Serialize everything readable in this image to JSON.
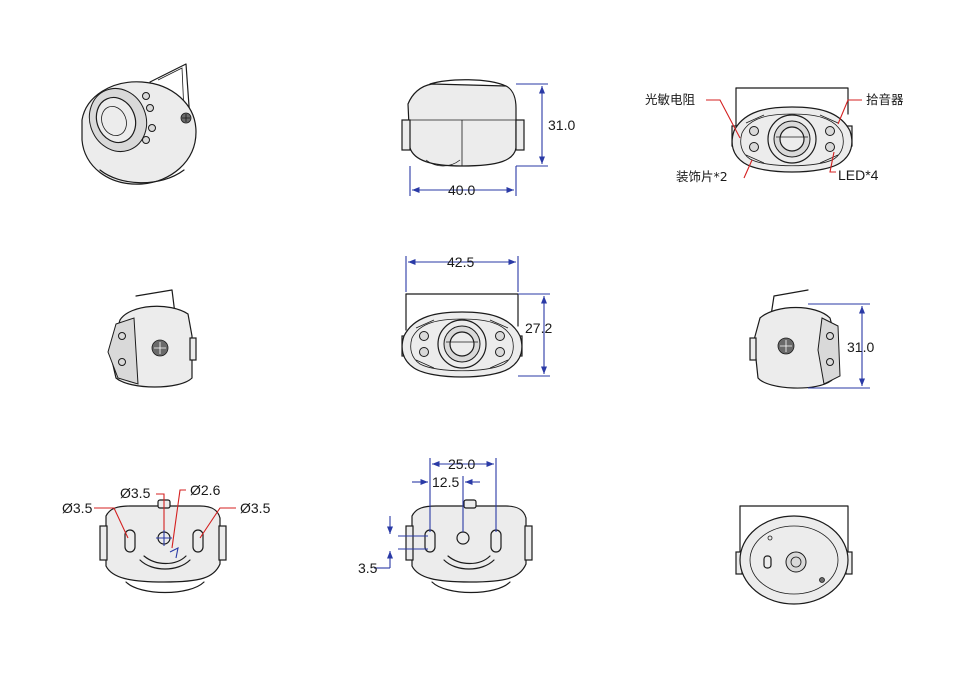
{
  "colors": {
    "dimension_line": "#2a3aa6",
    "callout_line": "#d42020",
    "outline": "#1b1b1b",
    "body_fill": "#ececec"
  },
  "views": {
    "front_side": {
      "height": "31.0",
      "width": "40.0"
    },
    "front_labeled": {
      "photoresistor": "光敏电阻",
      "microphone": "拾音器",
      "trim": "装饰片*2",
      "led": "LED*4"
    },
    "front_dimensioned": {
      "width": "42.5",
      "height": "27.2"
    },
    "right_side": {
      "height": "31.0"
    },
    "top_holes": {
      "hole_left": "Ø3.5",
      "hole_center": "Ø3.5",
      "hole_center_small": "Ø2.6",
      "hole_right": "Ø3.5"
    },
    "top_spacing": {
      "outer_spacing": "25.0",
      "inner_spacing": "12.5",
      "offset": "3.5"
    }
  }
}
